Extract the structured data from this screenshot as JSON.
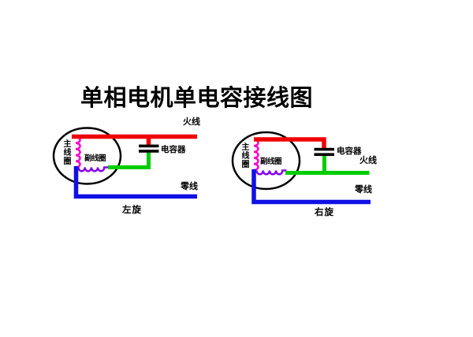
{
  "title": "单相电机单电容接线图",
  "colors": {
    "live_red": "#f00000",
    "aux_green": "#00cc00",
    "neutral_blue": "#0f0fe6",
    "main_coil_magenta": "#ff00cc",
    "aux_coil_purple": "#8800ee",
    "outline_black": "#000000"
  },
  "left_diagram": {
    "rotation_label": "左旋",
    "live_wire_label": "火线",
    "neutral_wire_label": "零线",
    "capacitor_label": "电容器",
    "main_coil_label": "主线圈",
    "aux_coil_label": "副线圈"
  },
  "right_diagram": {
    "rotation_label": "右旋",
    "live_wire_label": "火线",
    "neutral_wire_label": "零线",
    "capacitor_label": "电容器",
    "main_coil_label": "主线圈",
    "aux_coil_label": "副线圈"
  }
}
